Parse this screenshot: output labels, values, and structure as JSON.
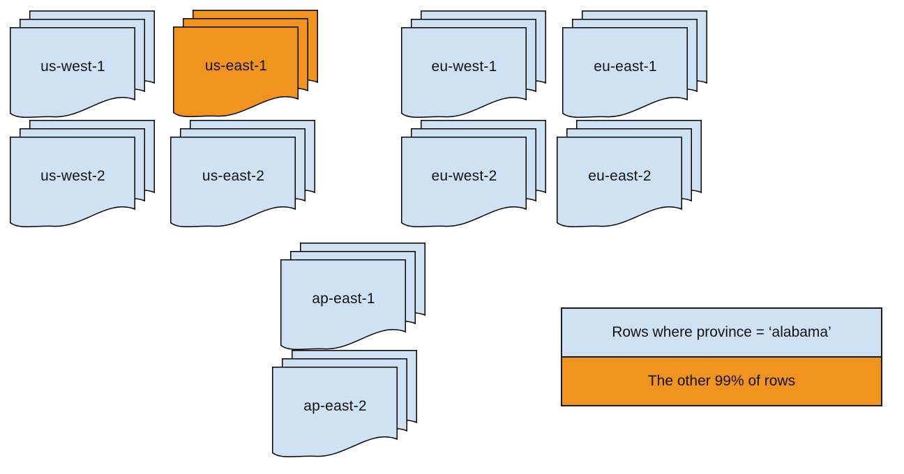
{
  "colors": {
    "document_blue": "#cfe2f3",
    "highlight_orange": "#f0941f",
    "stroke_black": "#000000"
  },
  "regions": [
    {
      "id": "us-west-1",
      "label": "us-west-1",
      "highlighted": false
    },
    {
      "id": "us-east-1",
      "label": "us-east-1",
      "highlighted": true
    },
    {
      "id": "eu-west-1",
      "label": "eu-west-1",
      "highlighted": false
    },
    {
      "id": "eu-east-1",
      "label": "eu-east-1",
      "highlighted": false
    },
    {
      "id": "us-west-2",
      "label": "us-west-2",
      "highlighted": false
    },
    {
      "id": "us-east-2",
      "label": "us-east-2",
      "highlighted": false
    },
    {
      "id": "eu-west-2",
      "label": "eu-west-2",
      "highlighted": false
    },
    {
      "id": "eu-east-2",
      "label": "eu-east-2",
      "highlighted": false
    },
    {
      "id": "ap-east-1",
      "label": "ap-east-1",
      "highlighted": false
    },
    {
      "id": "ap-east-2",
      "label": "ap-east-2",
      "highlighted": false
    }
  ],
  "legend": {
    "items": [
      {
        "label": "Rows where province = ‘alabama’",
        "color_key": "document_blue"
      },
      {
        "label": "The other 99% of rows",
        "color_key": "highlight_orange"
      }
    ]
  }
}
